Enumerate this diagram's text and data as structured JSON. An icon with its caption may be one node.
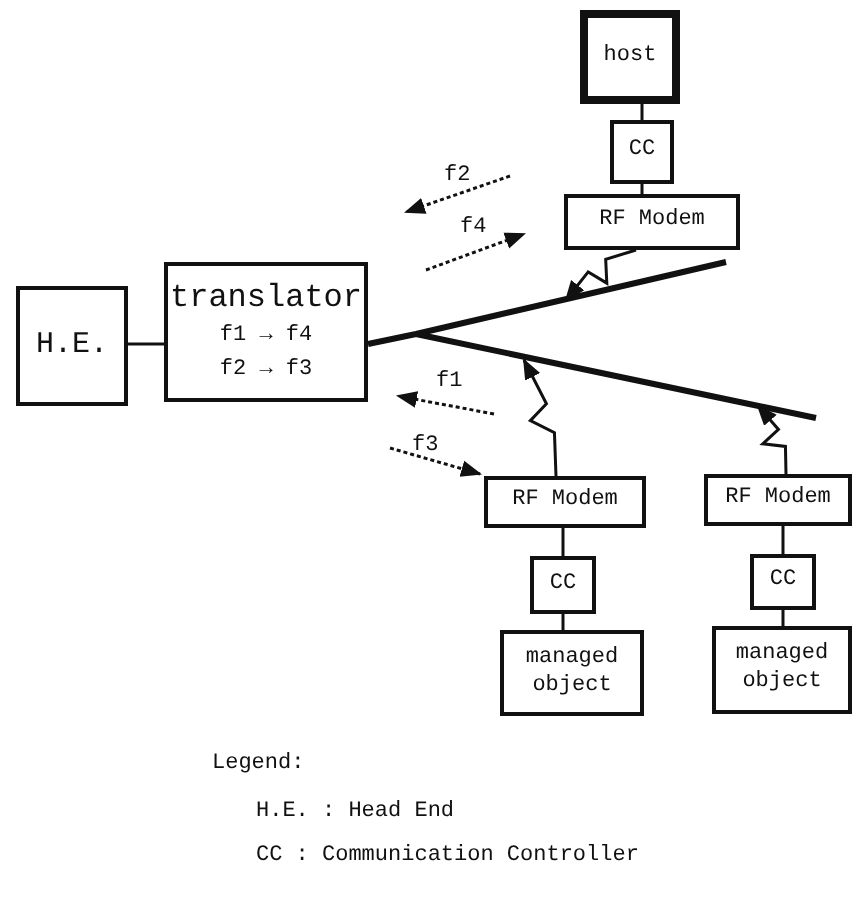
{
  "diagram": {
    "nodes": [
      {
        "text": [
          "host"
        ]
      },
      {
        "text": [
          "CC"
        ]
      },
      {
        "text": [
          "RF Modem"
        ]
      },
      {
        "text": [
          "H.E."
        ]
      },
      {
        "text": [
          "translator",
          "f1 → f4",
          "f2 → f3"
        ]
      },
      {
        "text": [
          "RF Modem"
        ]
      },
      {
        "text": [
          "CC"
        ]
      },
      {
        "text": [
          "managed object"
        ]
      },
      {
        "text": [
          "RF Modem"
        ]
      },
      {
        "text": [
          "CC"
        ]
      },
      {
        "text": [
          "managed object"
        ]
      }
    ],
    "edges": [
      {
        "from": 0,
        "to": 1,
        "arrow": "none"
      },
      {
        "from": 1,
        "to": 2,
        "arrow": "none"
      },
      {
        "from": 3,
        "to": 4,
        "arrow": "none"
      },
      {
        "from": 5,
        "to": 6,
        "arrow": "none"
      },
      {
        "from": 6,
        "to": 7,
        "arrow": "none"
      },
      {
        "from": 8,
        "to": 9,
        "arrow": "none"
      },
      {
        "from": 9,
        "to": 10,
        "arrow": "none"
      },
      {
        "from": 2,
        "to": null,
        "arrow": "to"
      },
      {
        "from": 5,
        "to": null,
        "arrow": "to"
      },
      {
        "from": 8,
        "to": null,
        "arrow": "to"
      }
    ],
    "labels": [
      "f2",
      "f4",
      "f1",
      "f3",
      "Legend:"
    ],
    "legend": [
      {
        "text": "H.E. : Head End"
      },
      {
        "text": "CC : Communication Controller"
      }
    ]
  }
}
